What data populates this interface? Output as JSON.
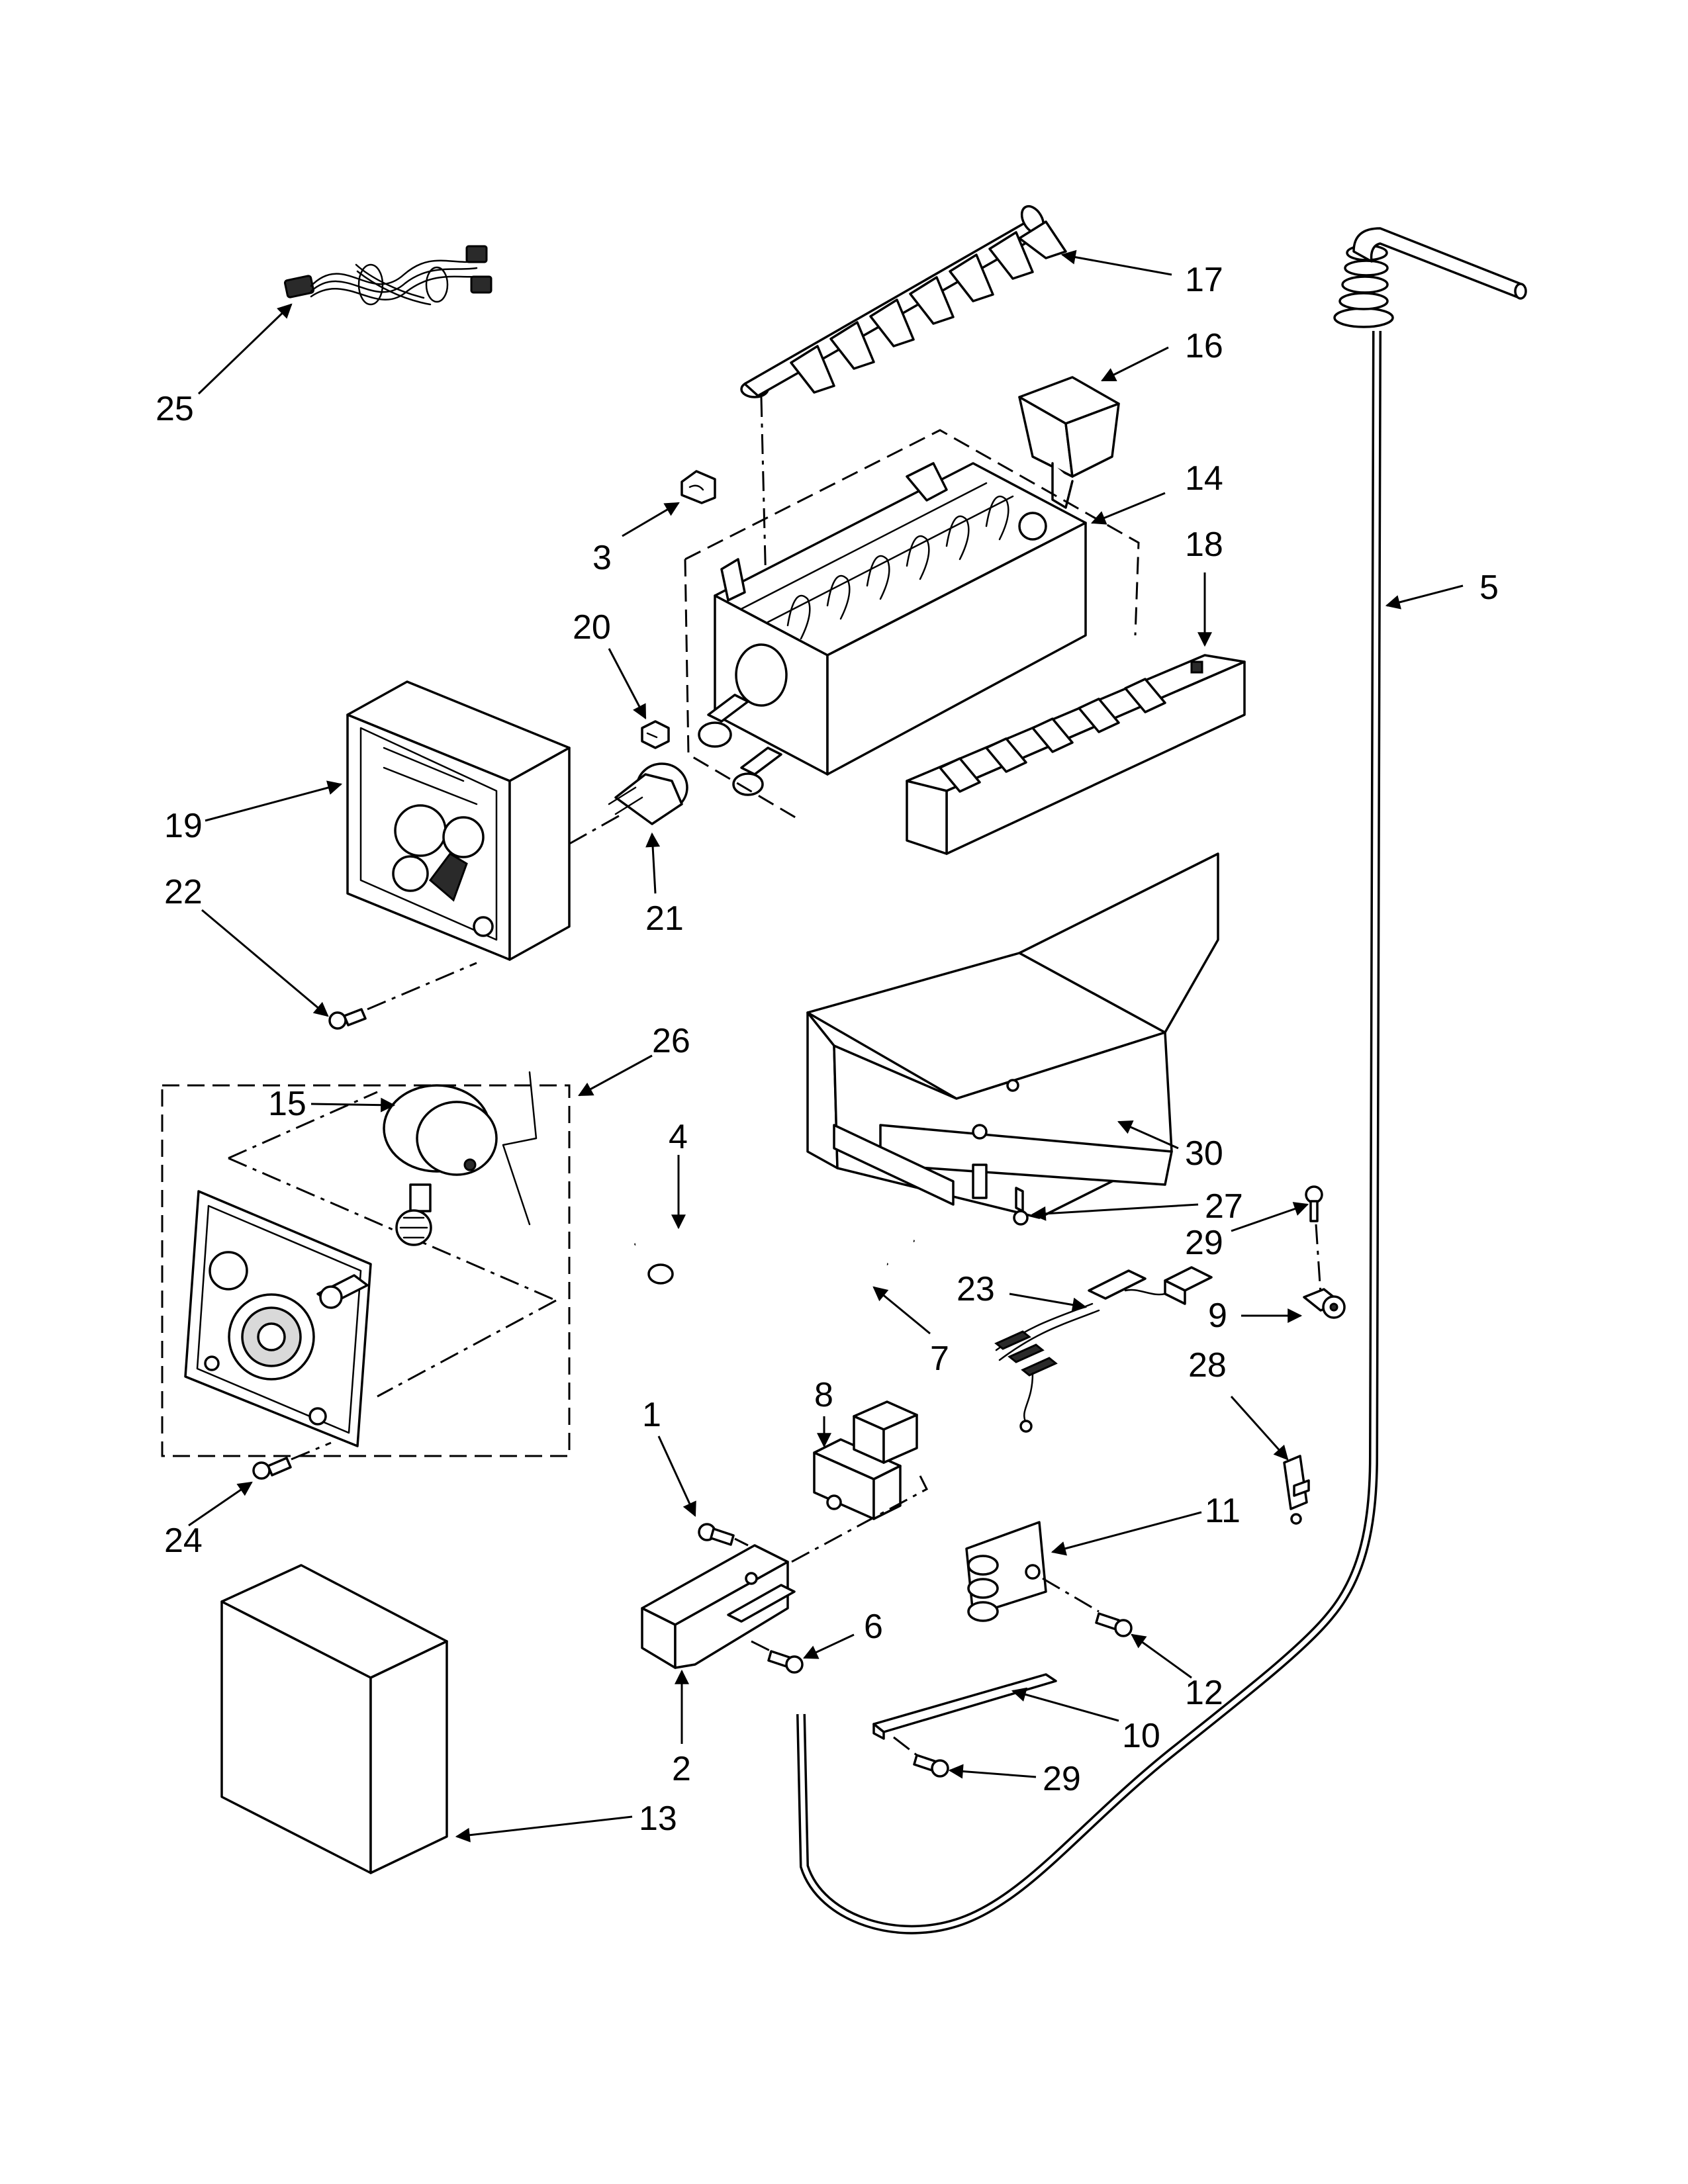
{
  "callouts": {
    "c1": "1",
    "c2": "2",
    "c3": "3",
    "c4": "4",
    "c5": "5",
    "c6": "6",
    "c7": "7",
    "c8": "8",
    "c9": "9",
    "c10": "10",
    "c11": "11",
    "c12": "12",
    "c13": "13",
    "c14": "14",
    "c15": "15",
    "c16": "16",
    "c17": "17",
    "c18": "18",
    "c19": "19",
    "c20": "20",
    "c21": "21",
    "c22": "22",
    "c23": "23",
    "c24": "24",
    "c25": "25",
    "c26": "26",
    "c27": "27",
    "c28": "28",
    "c29a": "29",
    "c29b": "29",
    "c30": "30"
  }
}
